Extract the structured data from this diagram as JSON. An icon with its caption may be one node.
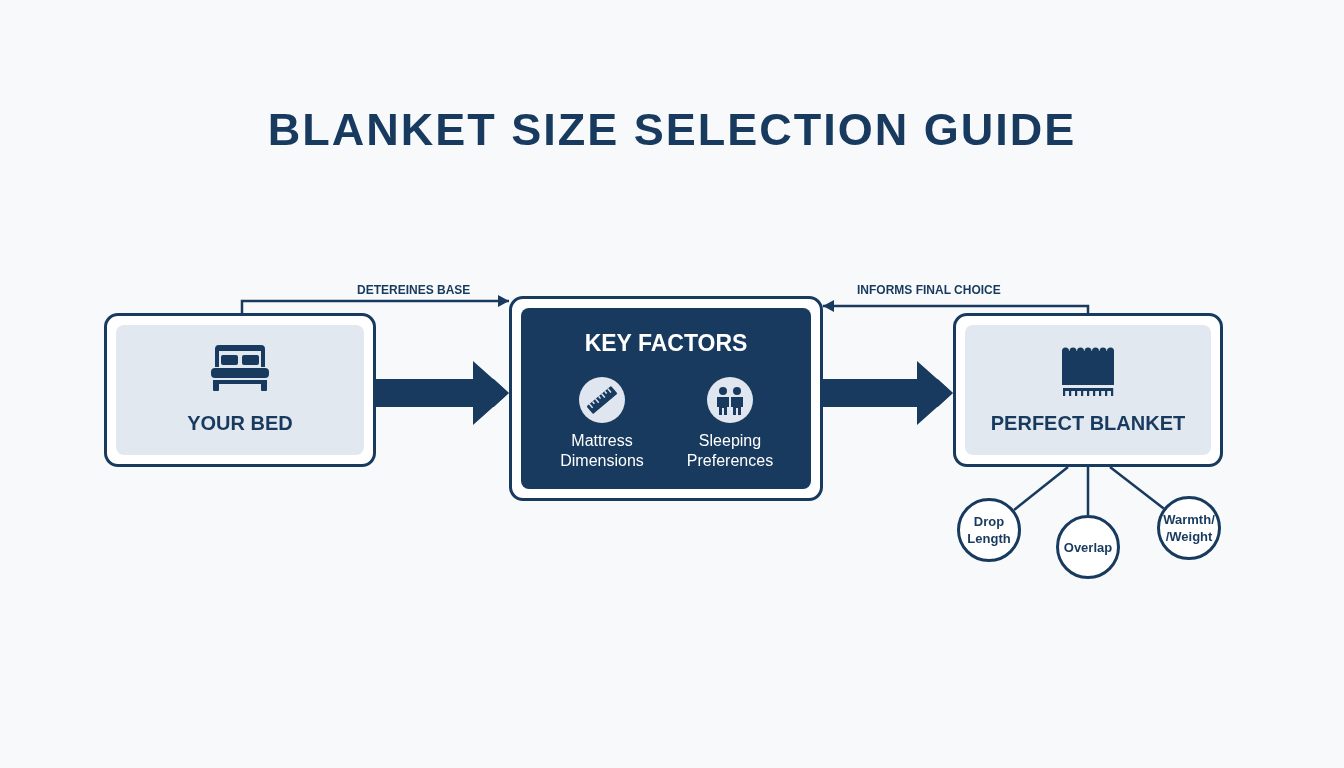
{
  "diagram": {
    "title": "BLANKET SIZE SELECTION GUIDE",
    "nodes": [
      {
        "text": [
          "YOUR BED"
        ]
      },
      {
        "text": [
          "KEY FACTORS",
          "Mattress Dimensions",
          "Sleeping Preferences"
        ]
      },
      {
        "text": [
          "PERFECT BLANKET"
        ]
      },
      {
        "text": [
          "Drop Length"
        ]
      },
      {
        "text": [
          "Overlap"
        ]
      },
      {
        "text": [
          "Warmth/ /Weight"
        ]
      }
    ],
    "edges": [
      {
        "from": 0,
        "to": 1,
        "arrow": "to",
        "style": "thick"
      },
      {
        "from": 1,
        "to": 2,
        "arrow": "to",
        "style": "thick"
      },
      {
        "from": 0,
        "to": 1,
        "arrow": "to",
        "label": "DETEREINES BASE"
      },
      {
        "from": 2,
        "to": 1,
        "arrow": "to",
        "label": "INFORMS FINAL CHOICE"
      },
      {
        "from": 2,
        "to": 3,
        "arrow": "none"
      },
      {
        "from": 2,
        "to": 4,
        "arrow": "none"
      },
      {
        "from": 2,
        "to": 5,
        "arrow": "none"
      }
    ]
  }
}
